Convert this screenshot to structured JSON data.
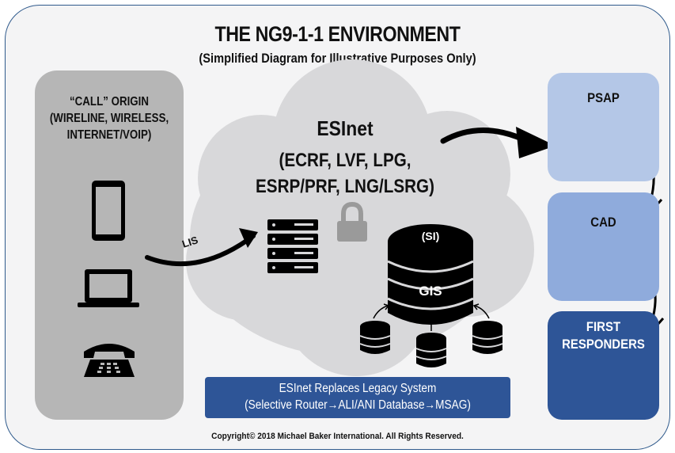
{
  "diagram": {
    "title": "THE NG9-1-1 ENVIRONMENT",
    "subtitle": "(Simplified Diagram for Illustrative Purposes Only)",
    "origin": {
      "line1": "“CALL” ORIGIN",
      "line2": "(WIRELINE, WIRELESS,",
      "line3": "INTERNET/VOIP)",
      "devices": [
        "smartphone-icon",
        "laptop-icon",
        "telephone-icon"
      ]
    },
    "esinet": {
      "title": "ESInet",
      "line1": "(ECRF, LVF, LPG,",
      "line2": "ESRP/PRF, LNG/LSRG)",
      "lis_label": "LIS",
      "si_label": "(SI)",
      "gis_label": "GIS"
    },
    "psap": {
      "label": "PSAP"
    },
    "cad": {
      "label": "CAD"
    },
    "first_responders": {
      "line1": "FIRST",
      "line2": "RESPONDERS"
    },
    "legacy": {
      "line1": "ESInet Replaces Legacy System",
      "line2": "(Selective Router→ALI/ANI Database→MSAG)"
    },
    "copyright": "Copyright© 2018 Michael Baker International. All Rights Reserved.",
    "colors": {
      "frame_border": "#2f5a8c",
      "frame_fill": "#f4f4f5",
      "origin_panel": "#b6b6b6",
      "cloud": "#d8d8da",
      "psap": "#b4c7e7",
      "cad": "#8fabdc",
      "first_responders": "#2e5597",
      "legacy_box": "#2e5597"
    }
  }
}
